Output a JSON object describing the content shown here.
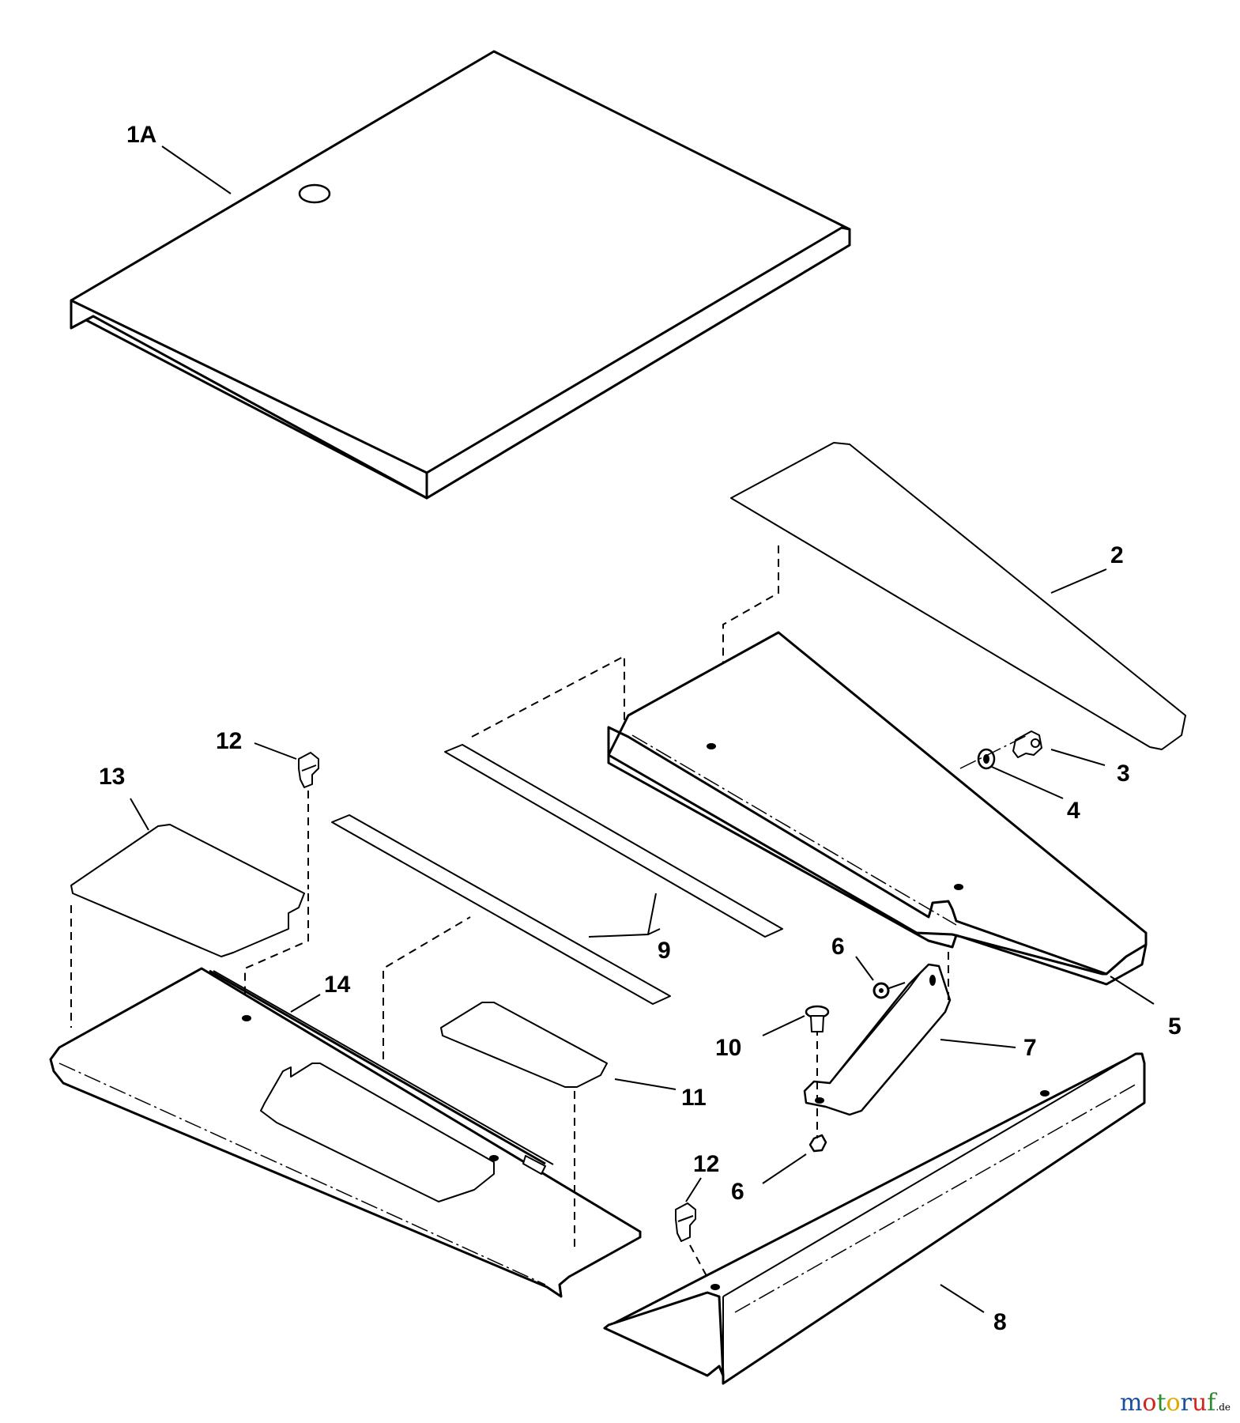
{
  "callouts": {
    "c1A": "1A",
    "c2": "2",
    "c3": "3",
    "c4": "4",
    "c5": "5",
    "c6a": "6",
    "c6b": "6",
    "c7": "7",
    "c8": "8",
    "c9": "9",
    "c10": "10",
    "c11": "11",
    "c12a": "12",
    "c12b": "12",
    "c13": "13",
    "c14": "14"
  },
  "watermark": {
    "text": "motoruf",
    "suffix": ".de",
    "colors": [
      "#1a4fa0",
      "#d0261f",
      "#2e8b2e",
      "#e0a800",
      "#1a4fa0",
      "#d0261f",
      "#2e8b2e"
    ]
  }
}
